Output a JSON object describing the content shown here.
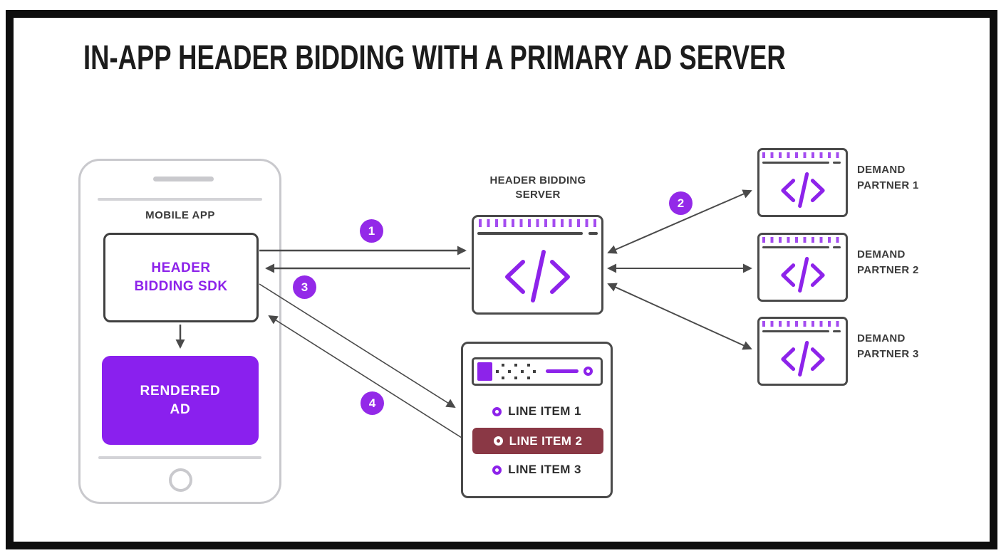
{
  "title": "IN-APP HEADER BIDDING WITH A PRIMARY AD SERVER",
  "colors": {
    "accent_purple": "#8d23ea",
    "badge_purple": "#9329e8",
    "rendered_ad_fill": "#8a20ee",
    "highlight_maroon": "#8a3845",
    "arrow_gray": "#4a4a4a",
    "box_border_dark": "#3f3f3f",
    "phone_gray": "#c9c9cd",
    "label_gray": "#3b3b3b",
    "frame_black": "#0e0e0e"
  },
  "icons": {
    "code_window_icon": "</>",
    "line_item_bullet_icon": "ring-dot",
    "ad_banner_icon": "banner-placeholder"
  },
  "phone": {
    "app_label": "MOBILE APP",
    "sdk_line1": "HEADER",
    "sdk_line2": "BIDDING SDK",
    "rendered_line1": "RENDERED",
    "rendered_line2": "AD"
  },
  "server": {
    "label_line1": "HEADER BIDDING",
    "label_line2": "SERVER"
  },
  "demand_partners": [
    {
      "line1": "DEMAND",
      "line2": "PARTNER 1"
    },
    {
      "line1": "DEMAND",
      "line2": "PARTNER 2"
    },
    {
      "line1": "DEMAND",
      "line2": "PARTNER 3"
    }
  ],
  "ad_server": {
    "items": [
      {
        "label": "LINE ITEM 1",
        "highlighted": false
      },
      {
        "label": "LINE ITEM 2",
        "highlighted": true
      },
      {
        "label": "LINE ITEM 3",
        "highlighted": false
      }
    ]
  },
  "steps": [
    {
      "number": "1"
    },
    {
      "number": "2"
    },
    {
      "number": "3"
    },
    {
      "number": "4"
    }
  ]
}
